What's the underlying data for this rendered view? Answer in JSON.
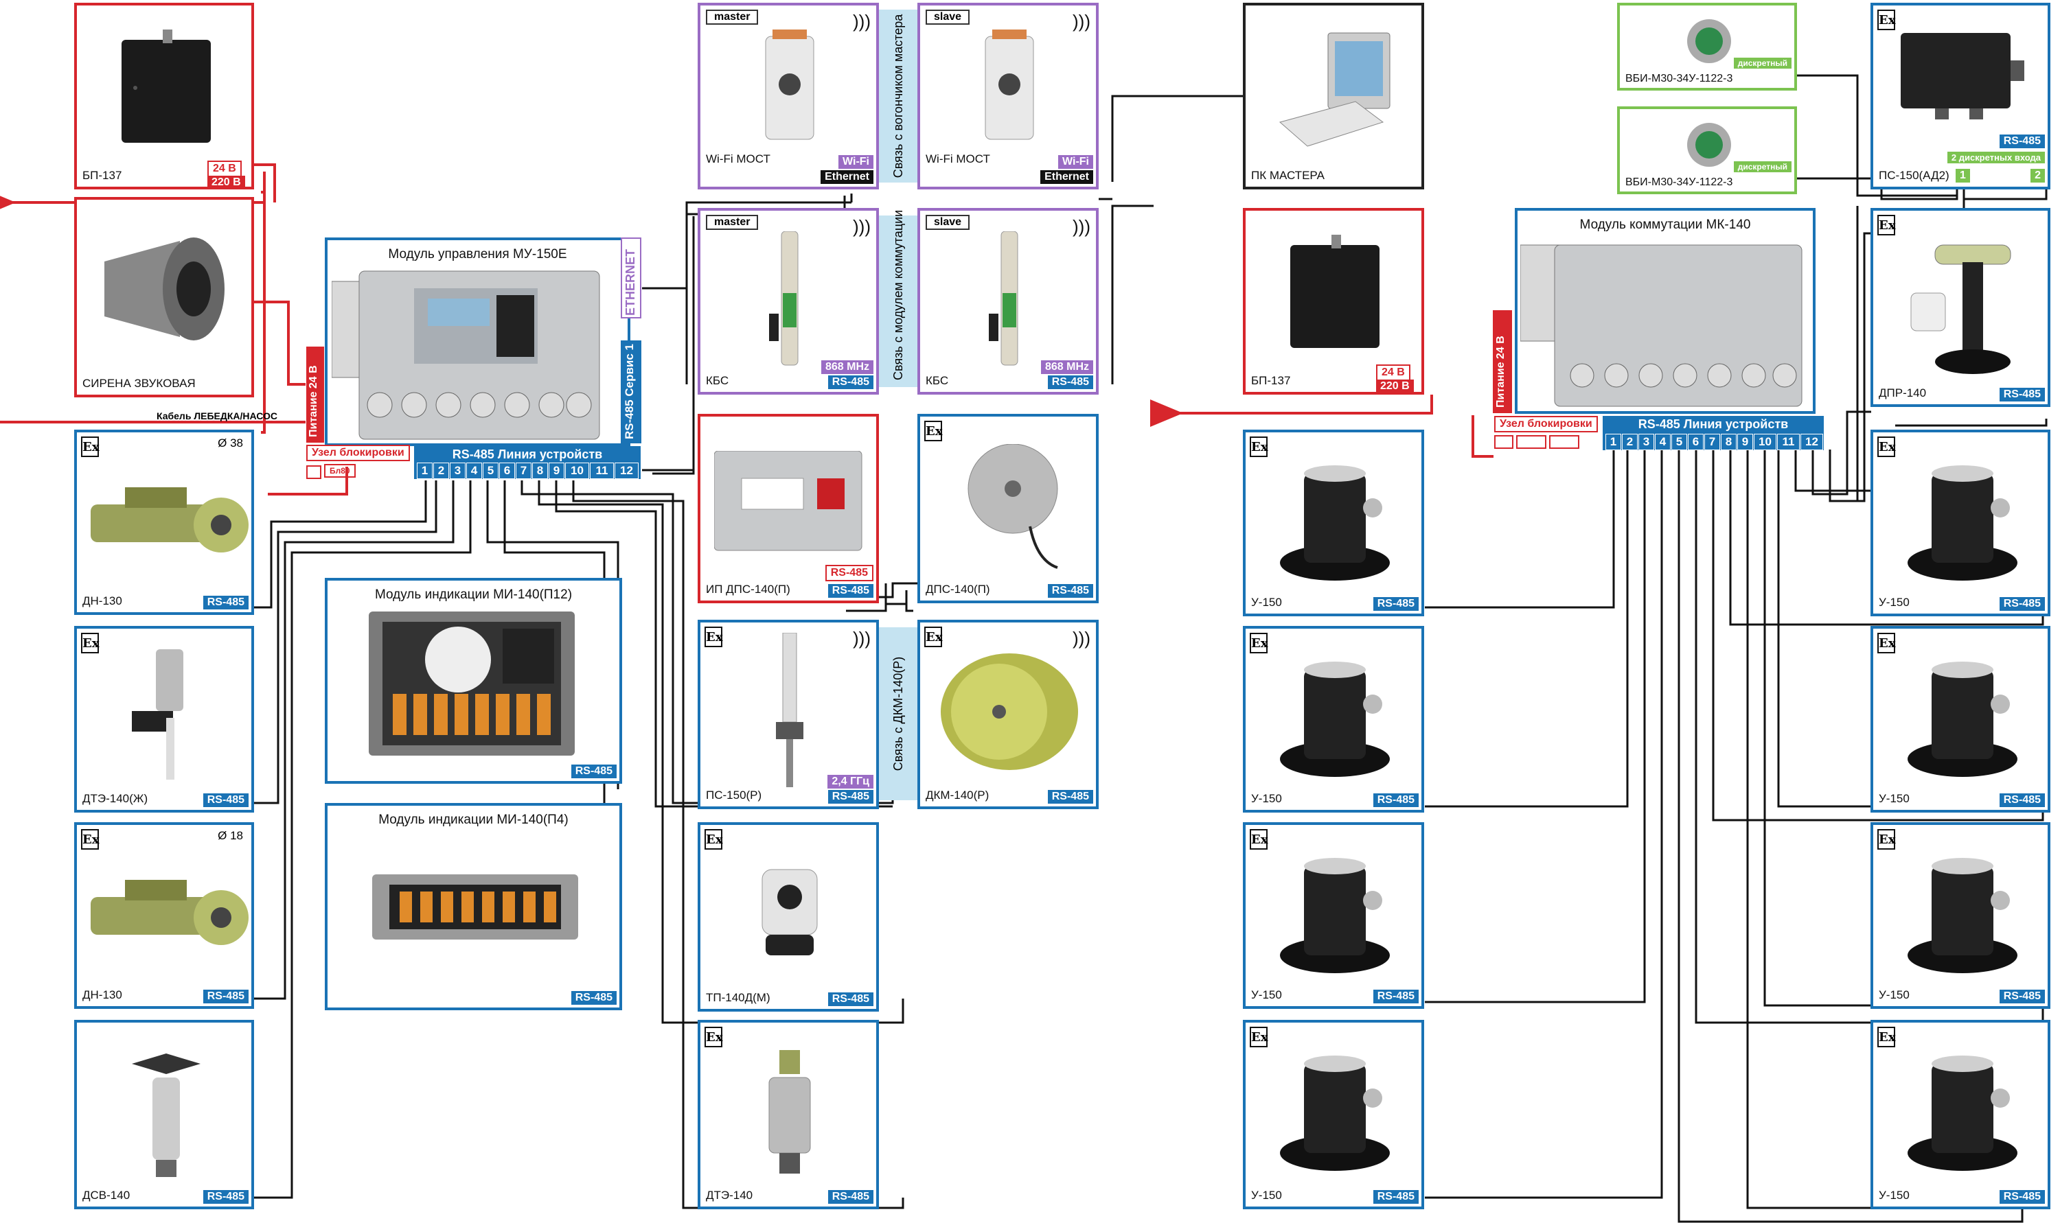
{
  "colors": {
    "bus": "#1a73b5",
    "power": "#d7262c",
    "wifi": "#9a6cc4",
    "discrete": "#7cc350",
    "band": "#c5e3f1",
    "wire": "#111111"
  },
  "left": {
    "bp137": {
      "caption": "БП-137",
      "v24": "24 В",
      "v220": "220 В"
    },
    "siren": {
      "caption": "СИРЕНА ЗВУКОВАЯ"
    },
    "cable_label": "Кабель ЛЕБЕДКА/НАСОС",
    "dn130a": {
      "caption": "ДН-130",
      "dia": "Ø 38",
      "tag": "RS-485",
      "ex": "Ex"
    },
    "dte140j": {
      "caption": "ДТЭ-140(Ж)",
      "tag": "RS-485",
      "ex": "Ex"
    },
    "dn130b": {
      "caption": "ДН-130",
      "dia": "Ø 18",
      "tag": "RS-485",
      "ex": "Ex"
    },
    "dsv140": {
      "caption": "ДСВ-140",
      "tag": "RS-485"
    }
  },
  "mu150": {
    "title": "Модуль управления МУ-150Е",
    "ethernet": "ETHERNET",
    "service": "RS-485 Сервис 1",
    "power_label": "Питание 24 В",
    "lock_label": "Узел блокировки",
    "lock_small": "Бл80",
    "bus_label": "RS-485 Линия устройств",
    "ports": [
      "1",
      "2",
      "3",
      "4",
      "5",
      "6",
      "7",
      "8",
      "9",
      "10",
      "11",
      "12"
    ]
  },
  "mi140p12": {
    "title": "Модуль индикации МИ-140(П12)",
    "tag": "RS-485"
  },
  "mi140p4": {
    "title": "Модуль индикации МИ-140(П4)",
    "tag": "RS-485"
  },
  "mid": {
    "wifi_master": {
      "badge": "master",
      "caption": "Wi-Fi МОСТ",
      "tag1": "Wi-Fi",
      "tag2": "Ethernet"
    },
    "wifi_slave": {
      "badge": "slave",
      "caption": "Wi-Fi МОСТ",
      "tag1": "Wi-Fi",
      "tag2": "Ethernet"
    },
    "band_master": "Связь с вогончиком мастера",
    "kbs_master": {
      "badge": "master",
      "caption": "КБС",
      "tag1": "868 MHz",
      "tag2": "RS-485"
    },
    "kbs_slave": {
      "badge": "slave",
      "caption": "КБС",
      "tag1": "868 MHz",
      "tag2": "RS-485"
    },
    "band_module": "Связь с модулем коммутации",
    "ipdps": {
      "caption": "ИП ДПС-140(П)",
      "tag1": "RS-485",
      "tag2": "RS-485"
    },
    "dps140": {
      "caption": "ДПС-140(П)",
      "tag": "RS-485",
      "ex": "Ex"
    },
    "ps150r": {
      "caption": "ПС-150(Р)",
      "tag1": "2,4 ГГц",
      "tag2": "RS-485",
      "ex": "Ex"
    },
    "band_dkm": "Связь с ДКМ-140(Р)",
    "dkm140": {
      "caption": "ДКМ-140(Р)",
      "tag": "RS-485",
      "ex": "Ex"
    },
    "tp140": {
      "caption": "ТП-140Д(М)",
      "tag": "RS-485",
      "ex": "Ex"
    },
    "dte140": {
      "caption": "ДТЭ-140",
      "tag": "RS-485",
      "ex": "Ex"
    }
  },
  "right": {
    "pc": {
      "caption": "ПК МАСТЕРА"
    },
    "vbi1": {
      "caption": "ВБИ-М30-34У-1122-3",
      "tag": "дискретный"
    },
    "vbi2": {
      "caption": "ВБИ-М30-34У-1122-3",
      "tag": "дискретный"
    },
    "ps150ad2": {
      "caption": "ПС-150(АД2)",
      "tag": "RS-485",
      "inputs": "2 дискретных входа",
      "in1": "1",
      "in2": "2",
      "ex": "Ex"
    },
    "bp137": {
      "caption": "БП-137",
      "v24": "24 В",
      "v220": "220 В"
    },
    "mk140": {
      "title": "Модуль коммутации МК-140",
      "power_label": "Питание 24 В",
      "lock_label": "Узел блокировки",
      "bus_label": "RS-485 Линия устройств",
      "ports": [
        "1",
        "2",
        "3",
        "4",
        "5",
        "6",
        "7",
        "8",
        "9",
        "10",
        "11",
        "12"
      ]
    },
    "dpr140": {
      "caption": "ДПР-140",
      "tag": "RS-485",
      "ex": "Ex"
    },
    "u150": {
      "caption": "У-150",
      "tag": "RS-485",
      "ex": "Ex"
    }
  }
}
